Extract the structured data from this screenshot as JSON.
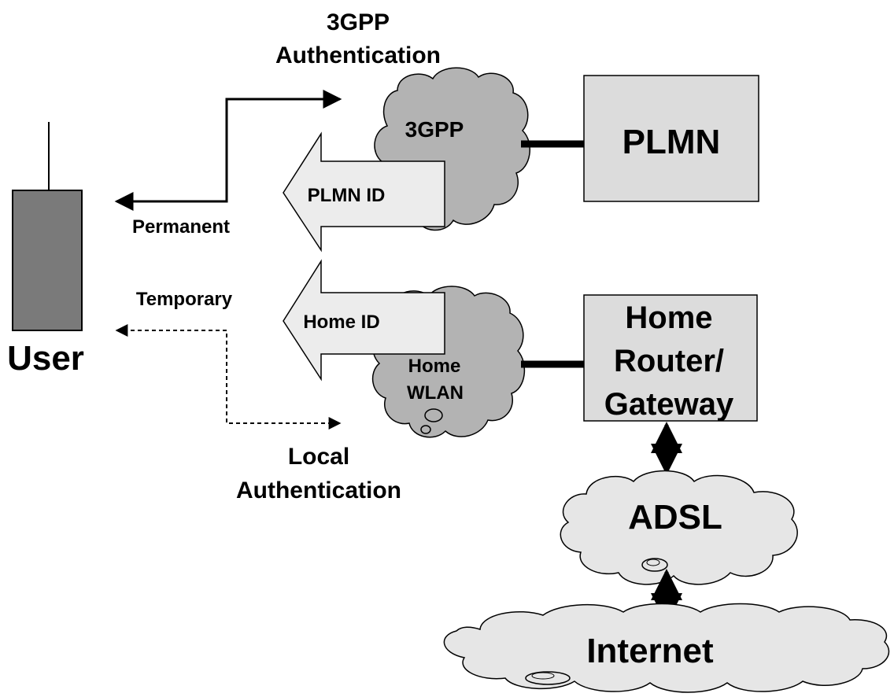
{
  "labels": {
    "auth_3gpp_line1": "3GPP",
    "auth_3gpp_line2": "Authentication",
    "permanent": "Permanent",
    "temporary": "Temporary",
    "user": "User",
    "local_auth_line1": "Local",
    "local_auth_line2": "Authentication",
    "cloud_3gpp": "3GPP",
    "plmn": "PLMN",
    "plmn_id": "PLMN ID",
    "home_id": "Home ID",
    "home_wlan_line1": "Home",
    "home_wlan_line2": "WLAN",
    "home_router_line1": "Home",
    "home_router_line2": "Router/",
    "home_router_line3": "Gateway",
    "adsl": "ADSL",
    "internet": "Internet"
  },
  "colors": {
    "cloud_fill": "#b3b3b3",
    "cloud_light_fill": "#e6e6e6",
    "box_fill": "#dcdcdc",
    "arrow_fill": "#ececec",
    "device_fill": "#7a7a7a",
    "stroke": "#000000"
  }
}
